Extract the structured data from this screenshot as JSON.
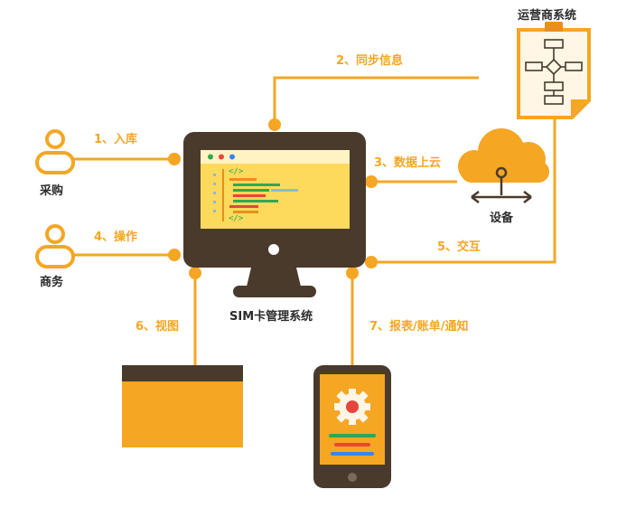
{
  "nodes": {
    "operator_system": "运营商系统",
    "procurement": "采购",
    "business": "商务",
    "sim_system": "SIM卡管理系统",
    "device": "设备"
  },
  "edges": {
    "e1": "1、入库",
    "e2": "2、同步信息",
    "e3": "3、数据上云",
    "e4": "4、操作",
    "e5": "5、交互",
    "e6": "6、视图",
    "e7": "7、报表/账单/通知"
  },
  "code_tags": {
    "open": "</>",
    "close": "</>"
  },
  "colors": {
    "accent": "#F5A623",
    "dark": "#4A3A2C",
    "screen": "#FDDA5C",
    "card": "#FFF6E6"
  }
}
